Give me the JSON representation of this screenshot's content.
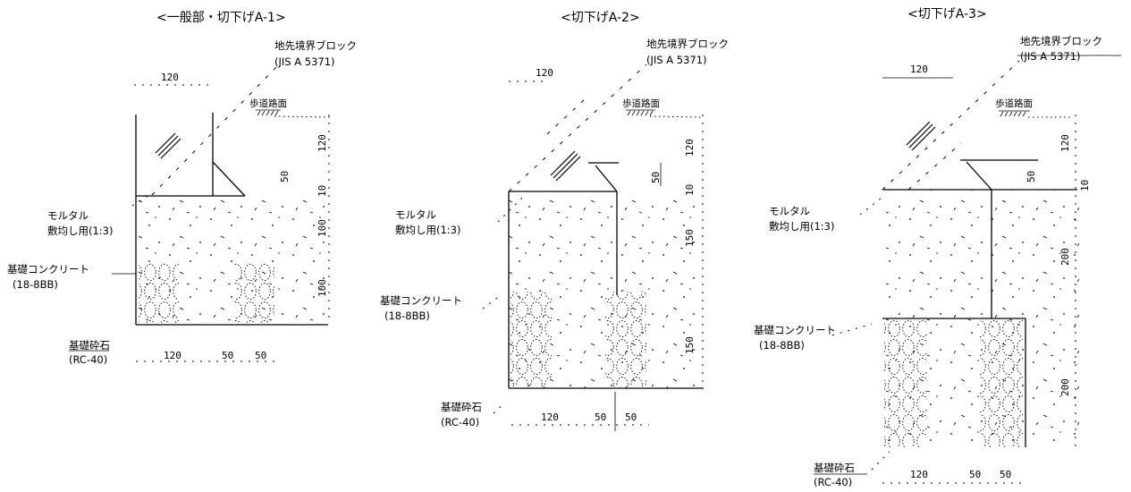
{
  "drawing": {
    "colors": {
      "line": "#000000",
      "background": "#ffffff"
    },
    "sections": [
      {
        "title": "<一般部・切下げA-1>",
        "labels": {
          "curb_block": "地先境界ブロック",
          "curb_block_std": "(JIS A 5371)",
          "sidewalk_surface": "歩道路面",
          "mortar": "モルタル",
          "mortar_mix": "敷均し用(1:3)",
          "concrete": "基礎コンクリート",
          "concrete_spec": "(18-8BB)",
          "crushed_stone": "基礎砕石",
          "crushed_stone_spec": "(RC-40)"
        },
        "dims": {
          "top_width": "120",
          "h_block": "120",
          "step": "50",
          "h_mortar": "10",
          "h_concrete": "100",
          "h_stone": "100",
          "bottom": [
            "120",
            "50",
            "50"
          ]
        }
      },
      {
        "title": "<切下げA-2>",
        "labels": {
          "curb_block": "地先境界ブロック",
          "curb_block_std": "(JIS A 5371)",
          "sidewalk_surface": "歩道路面",
          "mortar": "モルタル",
          "mortar_mix": "敷均し用(1:3)",
          "concrete": "基礎コンクリート",
          "concrete_spec": "(18-8BB)",
          "crushed_stone": "基礎砕石",
          "crushed_stone_spec": "(RC-40)"
        },
        "dims": {
          "top_width": "120",
          "h_block": "120",
          "step": "50",
          "h_mortar": "10",
          "h_concrete": "150",
          "h_stone": "150",
          "bottom": [
            "120",
            "50",
            "50"
          ]
        }
      },
      {
        "title": "<切下げA-3>",
        "labels": {
          "curb_block": "地先境界ブロック",
          "curb_block_std": "(JIS A 5371)",
          "sidewalk_surface": "歩道路面",
          "mortar": "モルタル",
          "mortar_mix": "敷均し用(1:3)",
          "concrete": "基礎コンクリート",
          "concrete_spec": "(18-8BB)",
          "crushed_stone": "基礎砕石",
          "crushed_stone_spec": "(RC-40)"
        },
        "dims": {
          "top_width": "120",
          "h_block": "120",
          "step": "50",
          "h_mortar": "10",
          "h_concrete": "200",
          "h_stone": "200",
          "bottom": [
            "120",
            "50",
            "50"
          ]
        }
      }
    ]
  }
}
